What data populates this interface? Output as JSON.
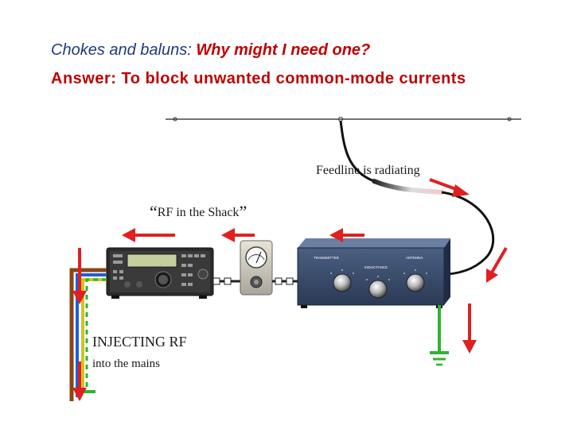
{
  "title": {
    "prefix": "Chokes and baluns:",
    "question": "Why might I need one?"
  },
  "subtitle": "Answer: To block unwanted common-mode currents",
  "labels": {
    "feedline": "Feedline is radiating",
    "rf_shack": "RF in the Shack",
    "open_quote": "“",
    "close_quote": "”",
    "injecting": "INJECTING RF",
    "mains": "into the mains"
  },
  "tuner_labels": {
    "transmitter": "TRANSMITTER",
    "inductance": "INDUCTANCE",
    "antenna": "ANTENNA"
  },
  "colors": {
    "title_blue": "#1f3a7a",
    "title_red": "#c00000",
    "arrow_red": "#e02020",
    "ground_green": "#2db52d"
  }
}
